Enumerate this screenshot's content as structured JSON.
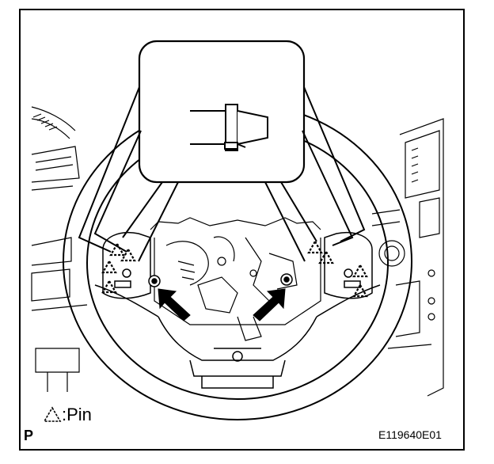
{
  "legend": {
    "symbol_icon": "triangle-outline-icon",
    "text": "Pin"
  },
  "page_code": "P",
  "figure_id": "E119640E01"
}
